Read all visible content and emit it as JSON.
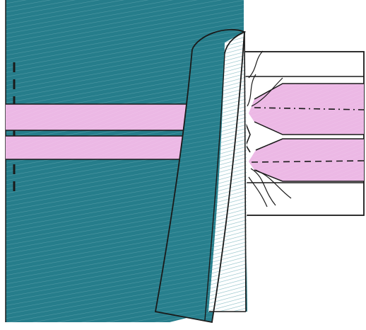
{
  "colors": {
    "background": "#ffffff",
    "fabric_teal": "#2f8f9e",
    "fabric_teal_dark": "#1f6f7c",
    "fabric_teal_light": "#8fc2c9",
    "pink_band": "#e6a9de",
    "pink_band_light": "#f1c7ec",
    "outline": "#1a1a1a"
  },
  "icons": {
    "fold": "folded-fabric-flap",
    "stitch_line": "dashed-stitch-line",
    "frayed_threads": "loose-thread-ends"
  }
}
